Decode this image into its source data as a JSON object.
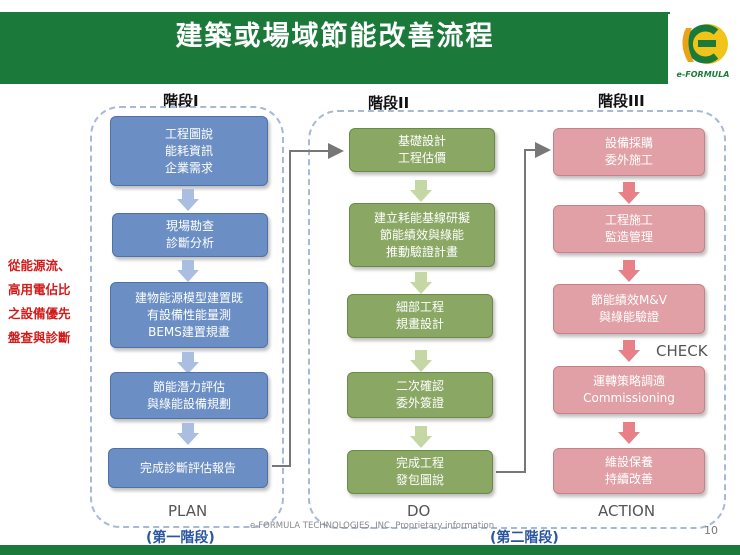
{
  "header": {
    "title": "建築或場域節能改善流程",
    "logo_text": "e-FORMULA"
  },
  "stages": [
    {
      "title": "階段I",
      "word": "PLAN",
      "sub": "(第一階段)"
    },
    {
      "title": "階段II",
      "word": "DO",
      "sub": "(第二階段)"
    },
    {
      "title": "階段III",
      "word": "ACTION",
      "sub": ""
    }
  ],
  "plan_steps": [
    "工程圖說\n能耗資訊\n企業需求",
    "現場勘查\n診斷分析",
    "建物能源模型建置既\n有設備性能量測\nBEMS建置規畫",
    "節能潛力評估\n與綠能設備規劃",
    "完成診斷評估報告"
  ],
  "do_steps": [
    "基礎設計\n工程估價",
    "建立耗能基線研擬\n節能績效與綠能\n推動驗證計畫",
    "細部工程\n規畫設計",
    "二次確認\n委外簽證",
    "完成工程\n發包圖說"
  ],
  "action_steps": [
    "設備採購\n委外施工",
    "工程施工\n監造管理",
    "節能績效M&V\n與綠能驗證",
    "運轉策略調適\nCommissioning",
    "維設保養\n持續改善"
  ],
  "check_label": "CHECK",
  "side_note": "從能源流、\n高用電佔比\n之設備優先\n盤查與診斷",
  "footer": {
    "copyright": "e-FORMULA TECHNOLOGIES, INC. Proprietary information",
    "page_number": "10"
  },
  "colors": {
    "banner": "#1b7a3a",
    "plan": "#6b8fc4",
    "do": "#8aa764",
    "action": "#e0a0a6",
    "side_note": "#d21b1b"
  }
}
